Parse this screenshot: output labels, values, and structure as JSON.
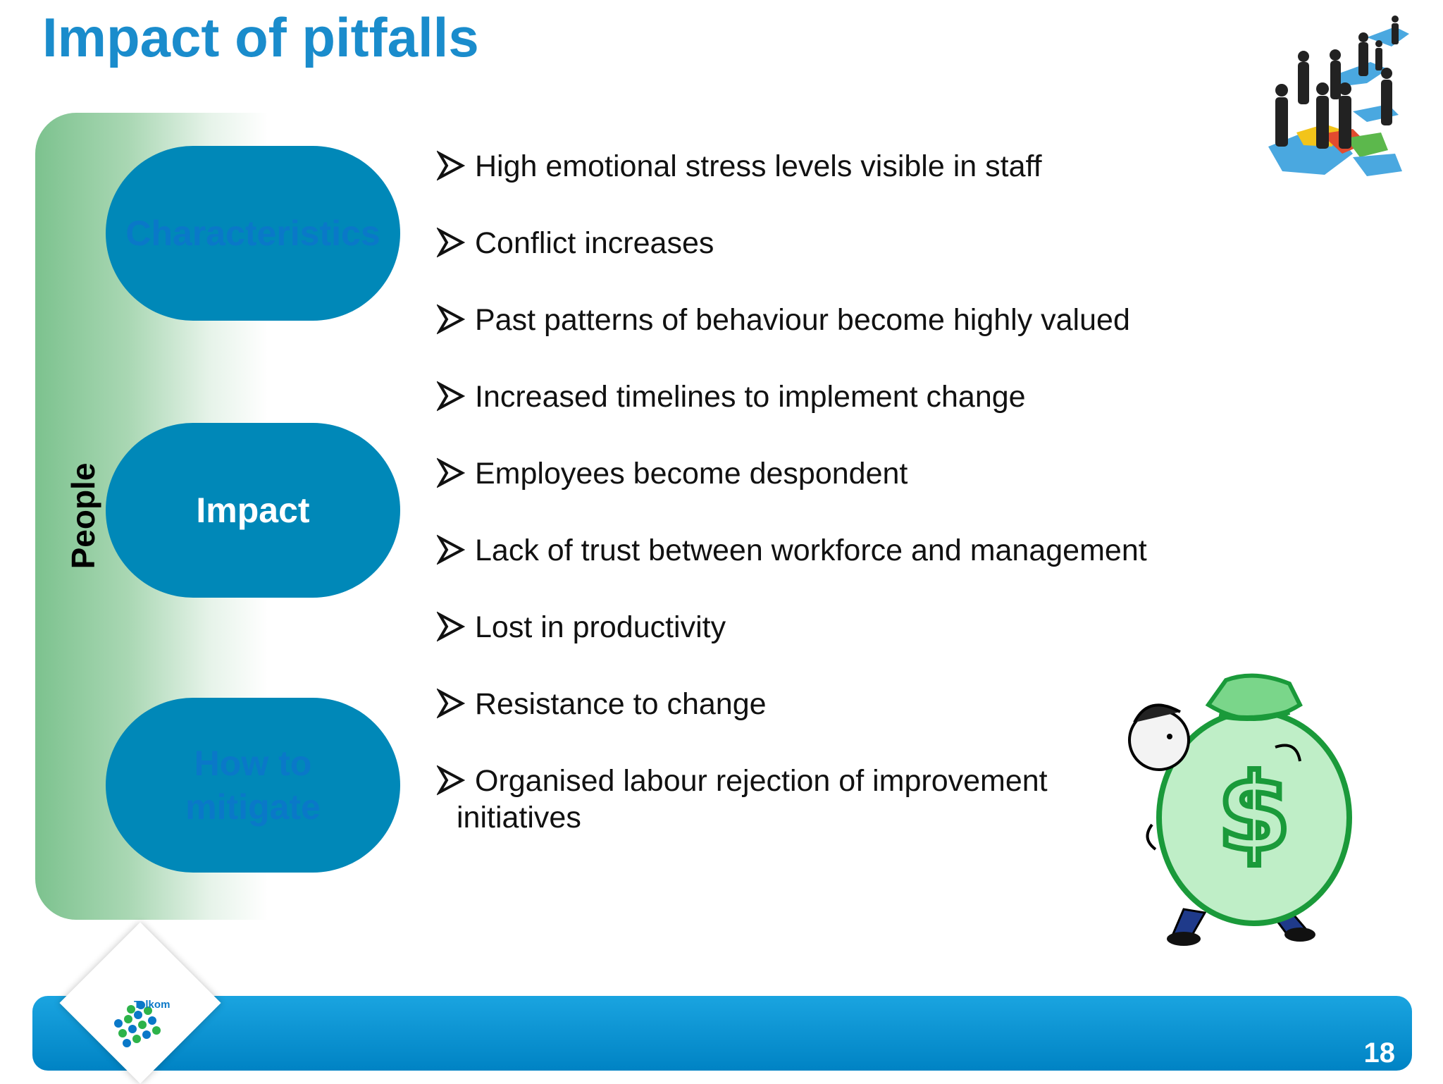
{
  "title": "Impact of pitfalls",
  "sidebar": {
    "label": "People",
    "pills": [
      {
        "label": "Characteristics"
      },
      {
        "label": "Impact"
      },
      {
        "label": "How to mitigate"
      }
    ]
  },
  "bullets": [
    "High emotional stress levels visible in staff",
    "Conflict increases",
    "Past patterns of behaviour become highly valued",
    "Increased timelines to implement change",
    "Employees become despondent",
    "Lack of trust between workforce and management",
    "Lost in productivity",
    "Resistance to change",
    "Organised labour rejection of improvement",
    "initiatives"
  ],
  "footer": {
    "page_number": "18",
    "logo_text": "Telkom"
  },
  "colors": {
    "title": "#1a8ccc",
    "pill": "#0088b8",
    "footer": "#0090d0",
    "people_bar": "#7cc28e"
  }
}
